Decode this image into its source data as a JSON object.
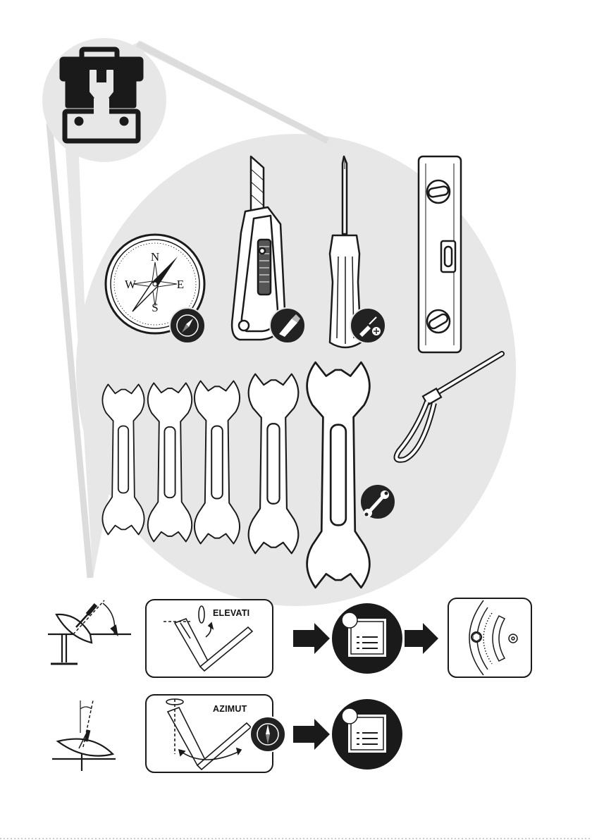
{
  "compass": {
    "north": "N",
    "south": "S",
    "east": "E",
    "west": "W"
  },
  "steps": {
    "elevation_label": "ELEVATI",
    "azimuth_label": "AZIMUT"
  },
  "colors": {
    "backdrop": "#e7e7e7",
    "ink": "#1a1a1a",
    "badge": "#222222",
    "white": "#ffffff"
  },
  "icons": [
    "toolbox-icon",
    "compass-icon",
    "cutter-icon",
    "screwdriver-icon",
    "spirit-level-icon",
    "wrench-icon",
    "cable-tie-icon",
    "satellite-dish-icon",
    "manual-icon",
    "protractor-icon",
    "arrow-right-icon"
  ]
}
